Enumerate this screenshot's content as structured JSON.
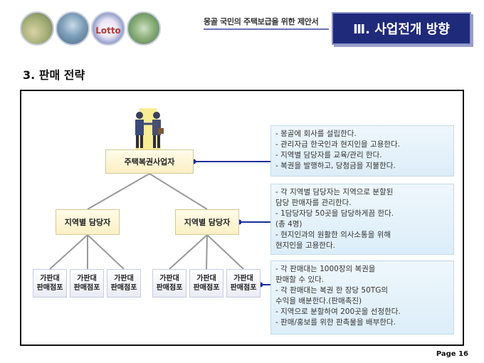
{
  "header": {
    "photos": [
      {
        "name": "photo-landscape",
        "label": ""
      },
      {
        "name": "photo-city",
        "label": ""
      },
      {
        "name": "photo-lotto",
        "label": "Lotto"
      },
      {
        "name": "photo-crowd",
        "label": ""
      }
    ],
    "subtitle": "몽골 국민의 주택보급을 위한 제안서",
    "section_badge": "Ⅲ. 사업전개 방향"
  },
  "section_title": "3. 판매 전략",
  "org": {
    "top": "주택복권사업자",
    "managers": [
      "지역별 담당자",
      "지역별 담당자"
    ],
    "outlets": [
      [
        "가판대",
        "판매점포"
      ],
      [
        "가판대",
        "판매점포"
      ],
      [
        "가판대",
        "판매점포"
      ],
      [
        "가판대",
        "판매점포"
      ],
      [
        "가판대",
        "판매점포"
      ],
      [
        "가판대",
        "판매점포"
      ]
    ]
  },
  "info_boxes": [
    {
      "lines": [
        "- 몽골에 회사를 설립한다.",
        "- 관리자급 한국인과 현지인을 고용한다.",
        "- 지역별 담당자를 교육/관리 한다.",
        "- 복권을 발행하고, 당첨금을 지불한다."
      ]
    },
    {
      "lines": [
        "- 각 지역별 담당자는 지역으로 분할된",
        "   담당 판매자를 관리한다.",
        "- 1담당자당 50곳을 담당하게끔 한다.",
        "   (총 4명)",
        "- 현지인과의 원활한 의사소통을 위해",
        "   현지인을 고용한다."
      ]
    },
    {
      "lines": [
        "- 각 판매대는 1000장의 복권을",
        "   판매할 수 있다.",
        "- 각 판매대는 복권 한 장당 50TG의",
        "   수익을 배분한다.(판매촉진)",
        "- 지역으로 분할하여 200곳을 선정한다.",
        "- 판매/홍보를 위한 판촉물을 배부한다."
      ]
    }
  ],
  "page_number": "Page 16"
}
